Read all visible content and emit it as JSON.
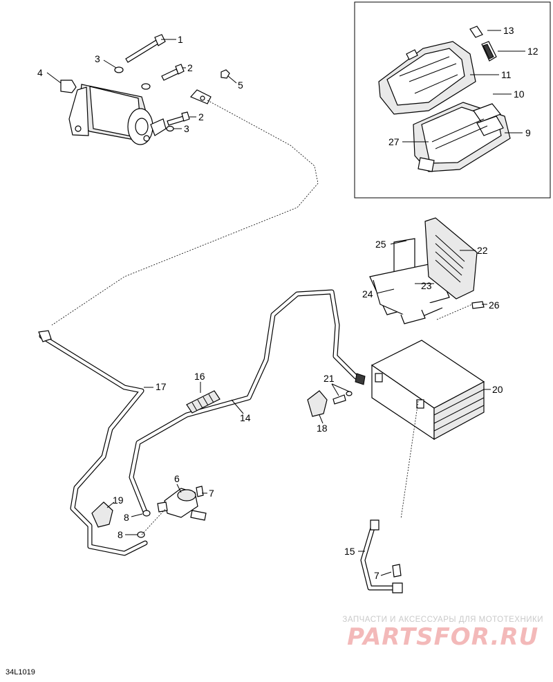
{
  "callouts": [
    {
      "id": "c1",
      "label": "1"
    },
    {
      "id": "c2a",
      "label": "2"
    },
    {
      "id": "c3a",
      "label": "3"
    },
    {
      "id": "c4",
      "label": "4"
    },
    {
      "id": "c5",
      "label": "5"
    },
    {
      "id": "c2b",
      "label": "2"
    },
    {
      "id": "c3b",
      "label": "3"
    },
    {
      "id": "c13",
      "label": "13"
    },
    {
      "id": "c12",
      "label": "12"
    },
    {
      "id": "c11",
      "label": "11"
    },
    {
      "id": "c10",
      "label": "10"
    },
    {
      "id": "c9",
      "label": "9"
    },
    {
      "id": "c27",
      "label": "27"
    },
    {
      "id": "c25",
      "label": "25"
    },
    {
      "id": "c22",
      "label": "22"
    },
    {
      "id": "c23",
      "label": "23"
    },
    {
      "id": "c24",
      "label": "24"
    },
    {
      "id": "c26",
      "label": "26"
    },
    {
      "id": "c17",
      "label": "17"
    },
    {
      "id": "c16",
      "label": "16"
    },
    {
      "id": "c14",
      "label": "14"
    },
    {
      "id": "c21",
      "label": "21"
    },
    {
      "id": "c18",
      "label": "18"
    },
    {
      "id": "c20",
      "label": "20"
    },
    {
      "id": "c6",
      "label": "6"
    },
    {
      "id": "c7a",
      "label": "7"
    },
    {
      "id": "c19",
      "label": "19"
    },
    {
      "id": "c8a",
      "label": "8"
    },
    {
      "id": "c8b",
      "label": "8"
    },
    {
      "id": "c15",
      "label": "15"
    },
    {
      "id": "c7b",
      "label": "7"
    }
  ],
  "watermark": {
    "tagline": "ЗАПЧАСТИ И АКСЕССУАРЫ ДЛЯ МОТОТЕХНИКИ",
    "brand": "PARTSFOR.RU"
  },
  "diagram_code": "34L1019",
  "colors": {
    "line": "#000000",
    "watermark_brand": "#f3b9b9",
    "watermark_text": "#c9c9c9"
  }
}
